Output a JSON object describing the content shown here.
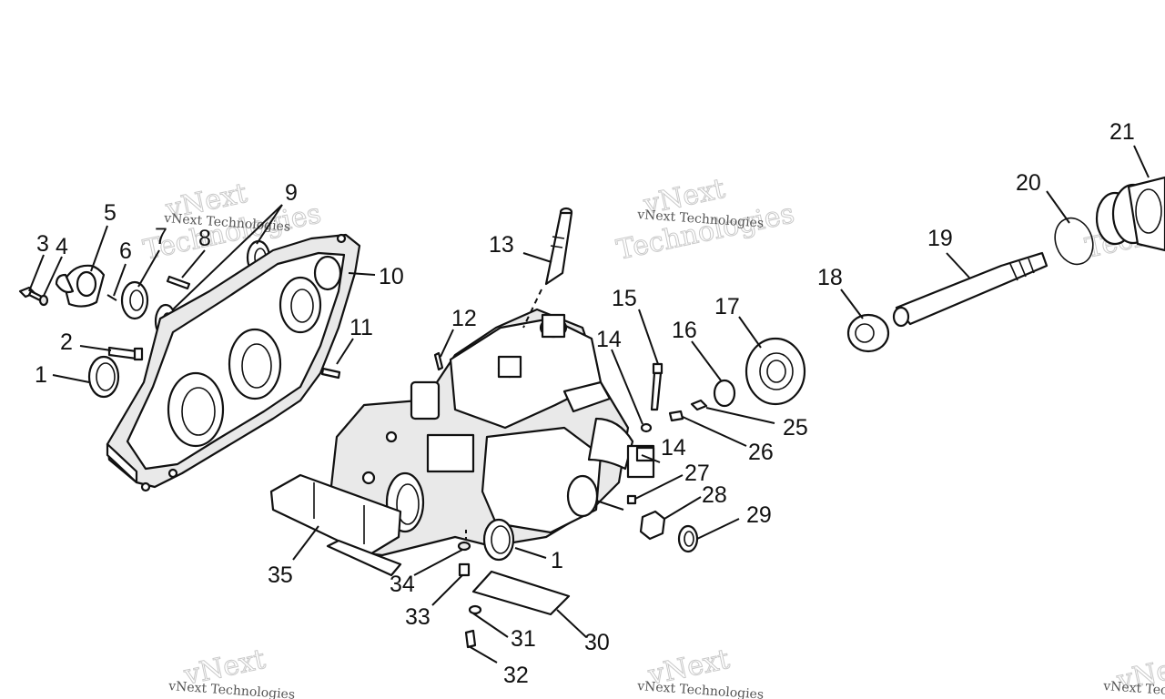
{
  "watermark": {
    "brand": "vNext",
    "company": "Technologies",
    "caption": "vNext Technologies"
  },
  "callouts": {
    "c1": "1",
    "c1b": "1",
    "c2": "2",
    "c3": "3",
    "c4": "4",
    "c5": "5",
    "c6": "6",
    "c7": "7",
    "c8": "8",
    "c9": "9",
    "c10": "10",
    "c11": "11",
    "c12": "12",
    "c13": "13",
    "c14": "14",
    "c14b": "14",
    "c15": "15",
    "c16": "16",
    "c17": "17",
    "c18": "18",
    "c19": "19",
    "c20": "20",
    "c21": "21",
    "c25": "25",
    "c26": "26",
    "c27": "27",
    "c28": "28",
    "c29": "29",
    "c30": "30",
    "c31": "31",
    "c32": "32",
    "c33": "33",
    "c34": "34",
    "c35": "35"
  }
}
